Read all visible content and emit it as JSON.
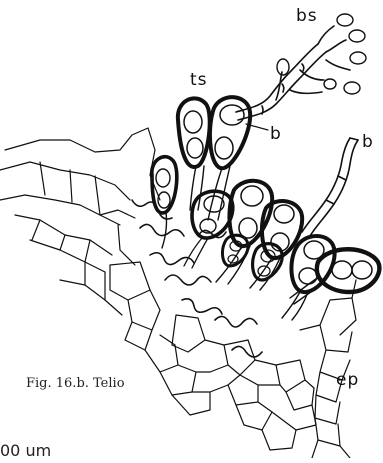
{
  "figure": {
    "caption": "Fig. 16.b. Telio",
    "scale_text": "00 um",
    "labels": {
      "basidiospores": "bs",
      "teliospores": "ts",
      "basidium_left": "b",
      "basidium_right": "b",
      "epidermis": "ep"
    }
  },
  "colors": {
    "ink": "#111111",
    "paper": "#ffffff"
  }
}
